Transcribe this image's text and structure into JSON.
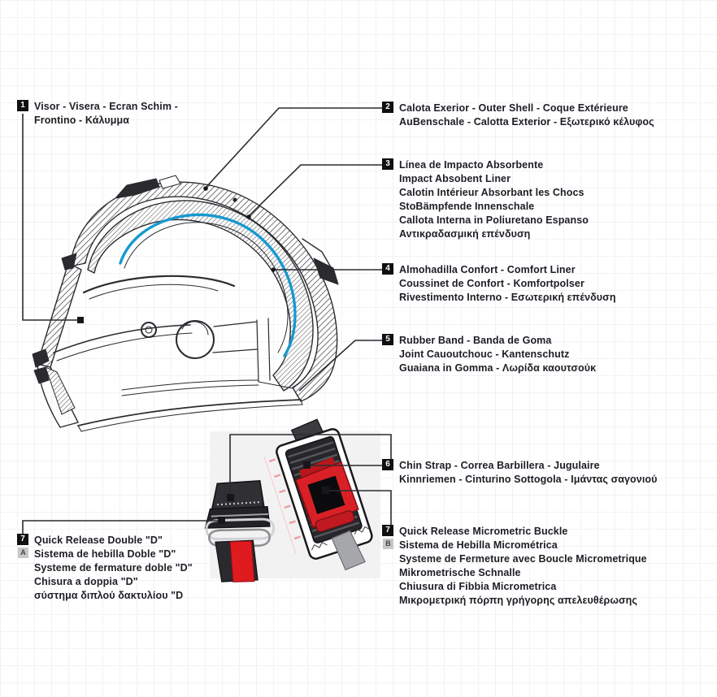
{
  "colors": {
    "line": "#2b2b30",
    "text": "#1d1e24",
    "badge_bg": "#101013",
    "badge_fg": "#ffffff",
    "sub_badge_bg": "#c7c7c9",
    "sub_badge_fg": "#45454a",
    "comfort_liner_blue": "#1899cf",
    "buckle_red": "#da1f26",
    "photo_panel_gray": "#f2f2f3"
  },
  "labels": [
    {
      "badge": "1",
      "lines": [
        "Visor - Visera - Ecran Schim -",
        "Frontino - Κάλυμμα"
      ]
    },
    {
      "badge": "2",
      "lines": [
        "Calota Exerior - Outer Shell - Coque Extérieure",
        "AuBenschale - Calotta Exterior - Εξωτερικό κέλυφος"
      ]
    },
    {
      "badge": "3",
      "lines": [
        "Línea de Impacto Absorbente",
        "Impact Absobent Liner",
        "Calotin Intérieur Absorbant les Chocs",
        "StoBämpfende Innenschale",
        "Callota Interna in Poliuretano Espanso",
        "Αντικραδασμική επένδυση"
      ]
    },
    {
      "badge": "4",
      "lines": [
        "Almohadilla Confort - Comfort Liner",
        "Coussinet de Confort - Komfortpolser",
        "Rivestimento Interno - Εσωτερική επένδυση"
      ]
    },
    {
      "badge": "5",
      "lines": [
        "Rubber Band - Banda de Goma",
        "Joint Cauoutchouc - Kantenschutz",
        "Guaiana in Gomma - Λωρίδα καουτσούκ"
      ]
    },
    {
      "badge": "6",
      "lines": [
        "Chin Strap - Correa Barbillera - Jugulaire",
        "Kinnriemen - Cinturino Sottogola - Ιμάντας σαγονιού"
      ]
    },
    {
      "badge": "7",
      "sub_badge": "B",
      "lines": [
        "Quick Release Micrometric Buckle",
        "Sistema de Hebilla Micrométrica",
        "Systeme de Fermeture avec Boucle Micrometrique",
        "Mikrometrische Schnalle",
        "Chiusura di Fibbia Micrometrica",
        "Μικρομετρική πόρπη γρήγορης απελευθέρωσης"
      ]
    },
    {
      "badge": "7",
      "sub_badge": "A",
      "lines": [
        "Quick Release Double \"D\"",
        "Sistema de hebilla Doble \"D\"",
        "Systeme de fermature doble \"D\"",
        "Chisura a doppia \"D\"",
        "σύστημα διπλού δακτυλίου \"D"
      ]
    }
  ]
}
